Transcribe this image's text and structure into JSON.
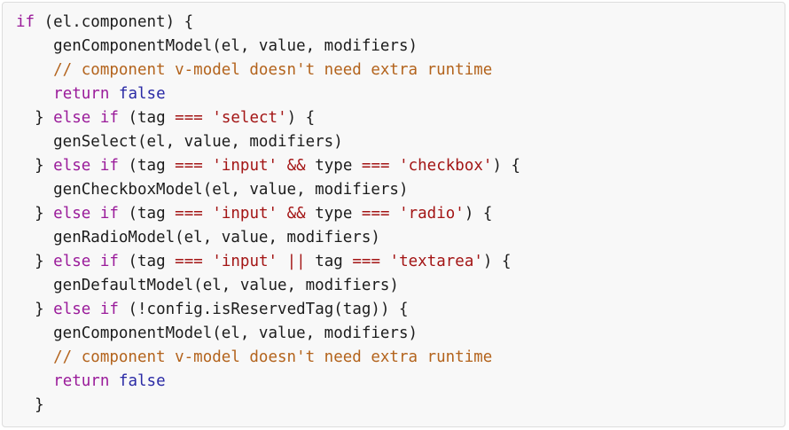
{
  "page": {
    "background": "#ffffff"
  },
  "code_block": {
    "background": "#f8f8f8",
    "border_color": "#dddddd",
    "language": "javascript",
    "colors": {
      "plain": "#1c1c1c",
      "keyword": "#9a1b9a",
      "string": "#a31515",
      "literal": "#2a2aa5",
      "comment": "#b3631c"
    },
    "lines": [
      [
        {
          "c": "keyword",
          "t": "if"
        },
        {
          "c": "plain",
          "t": " (el.component) {"
        }
      ],
      [
        {
          "c": "plain",
          "t": "    genComponentModel(el, value, modifiers)"
        }
      ],
      [
        {
          "c": "comment",
          "t": "    // component v-model doesn't need extra runtime"
        }
      ],
      [
        {
          "c": "plain",
          "t": "    "
        },
        {
          "c": "keyword",
          "t": "return"
        },
        {
          "c": "plain",
          "t": " "
        },
        {
          "c": "literal",
          "t": "false"
        }
      ],
      [
        {
          "c": "plain",
          "t": "  } "
        },
        {
          "c": "keyword",
          "t": "else"
        },
        {
          "c": "plain",
          "t": " "
        },
        {
          "c": "keyword",
          "t": "if"
        },
        {
          "c": "plain",
          "t": " (tag "
        },
        {
          "c": "string",
          "t": "==="
        },
        {
          "c": "plain",
          "t": " "
        },
        {
          "c": "string",
          "t": "'select'"
        },
        {
          "c": "plain",
          "t": ") {"
        }
      ],
      [
        {
          "c": "plain",
          "t": "    genSelect(el, value, modifiers)"
        }
      ],
      [
        {
          "c": "plain",
          "t": "  } "
        },
        {
          "c": "keyword",
          "t": "else"
        },
        {
          "c": "plain",
          "t": " "
        },
        {
          "c": "keyword",
          "t": "if"
        },
        {
          "c": "plain",
          "t": " (tag "
        },
        {
          "c": "string",
          "t": "==="
        },
        {
          "c": "plain",
          "t": " "
        },
        {
          "c": "string",
          "t": "'input'"
        },
        {
          "c": "plain",
          "t": " "
        },
        {
          "c": "string",
          "t": "&&"
        },
        {
          "c": "plain",
          "t": " type "
        },
        {
          "c": "string",
          "t": "==="
        },
        {
          "c": "plain",
          "t": " "
        },
        {
          "c": "string",
          "t": "'checkbox'"
        },
        {
          "c": "plain",
          "t": ") {"
        }
      ],
      [
        {
          "c": "plain",
          "t": "    genCheckboxModel(el, value, modifiers)"
        }
      ],
      [
        {
          "c": "plain",
          "t": "  } "
        },
        {
          "c": "keyword",
          "t": "else"
        },
        {
          "c": "plain",
          "t": " "
        },
        {
          "c": "keyword",
          "t": "if"
        },
        {
          "c": "plain",
          "t": " (tag "
        },
        {
          "c": "string",
          "t": "==="
        },
        {
          "c": "plain",
          "t": " "
        },
        {
          "c": "string",
          "t": "'input'"
        },
        {
          "c": "plain",
          "t": " "
        },
        {
          "c": "string",
          "t": "&&"
        },
        {
          "c": "plain",
          "t": " type "
        },
        {
          "c": "string",
          "t": "==="
        },
        {
          "c": "plain",
          "t": " "
        },
        {
          "c": "string",
          "t": "'radio'"
        },
        {
          "c": "plain",
          "t": ") {"
        }
      ],
      [
        {
          "c": "plain",
          "t": "    genRadioModel(el, value, modifiers)"
        }
      ],
      [
        {
          "c": "plain",
          "t": "  } "
        },
        {
          "c": "keyword",
          "t": "else"
        },
        {
          "c": "plain",
          "t": " "
        },
        {
          "c": "keyword",
          "t": "if"
        },
        {
          "c": "plain",
          "t": " (tag "
        },
        {
          "c": "string",
          "t": "==="
        },
        {
          "c": "plain",
          "t": " "
        },
        {
          "c": "string",
          "t": "'input'"
        },
        {
          "c": "plain",
          "t": " "
        },
        {
          "c": "string",
          "t": "||"
        },
        {
          "c": "plain",
          "t": " tag "
        },
        {
          "c": "string",
          "t": "==="
        },
        {
          "c": "plain",
          "t": " "
        },
        {
          "c": "string",
          "t": "'textarea'"
        },
        {
          "c": "plain",
          "t": ") {"
        }
      ],
      [
        {
          "c": "plain",
          "t": "    genDefaultModel(el, value, modifiers)"
        }
      ],
      [
        {
          "c": "plain",
          "t": "  } "
        },
        {
          "c": "keyword",
          "t": "else"
        },
        {
          "c": "plain",
          "t": " "
        },
        {
          "c": "keyword",
          "t": "if"
        },
        {
          "c": "plain",
          "t": " (!config.isReservedTag(tag)) {"
        }
      ],
      [
        {
          "c": "plain",
          "t": "    genComponentModel(el, value, modifiers)"
        }
      ],
      [
        {
          "c": "comment",
          "t": "    // component v-model doesn't need extra runtime"
        }
      ],
      [
        {
          "c": "plain",
          "t": "    "
        },
        {
          "c": "keyword",
          "t": "return"
        },
        {
          "c": "plain",
          "t": " "
        },
        {
          "c": "literal",
          "t": "false"
        }
      ],
      [
        {
          "c": "plain",
          "t": "  }"
        }
      ]
    ]
  }
}
